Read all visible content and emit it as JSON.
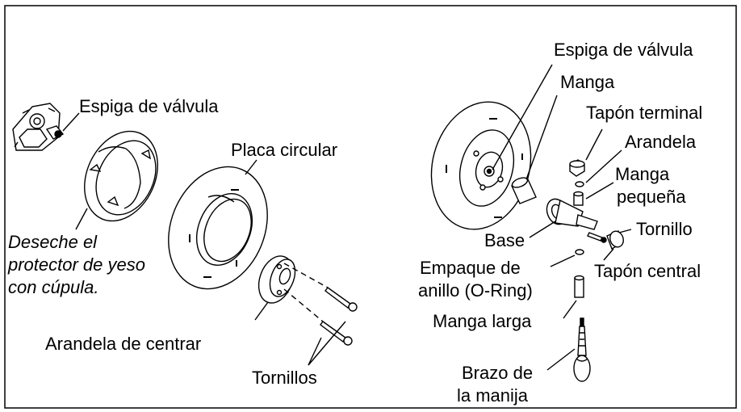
{
  "left_view": {
    "valve_stem": "Espiga de válvula",
    "discard_note": [
      "Deseche el",
      "protector de yeso",
      "con cúpula."
    ],
    "circular_plate": "Placa circular",
    "centering_washer": "Arandela de centrar",
    "screws": "Tornillos"
  },
  "right_view": {
    "valve_stem": "Espiga de válvula",
    "sleeve": "Manga",
    "end_cap": "Tapón terminal",
    "washer": "Arandela",
    "small_sleeve": [
      "Manga",
      "pequeña"
    ],
    "screw": "Tornillo",
    "base": "Base",
    "center_cap": "Tapón central",
    "o_ring": [
      "Empaque de",
      "anillo (O-Ring)"
    ],
    "long_sleeve": "Manga larga",
    "handle_arm": [
      "Brazo de",
      "la manija"
    ]
  },
  "colors": {
    "line": "#000000",
    "background": "#ffffff"
  }
}
